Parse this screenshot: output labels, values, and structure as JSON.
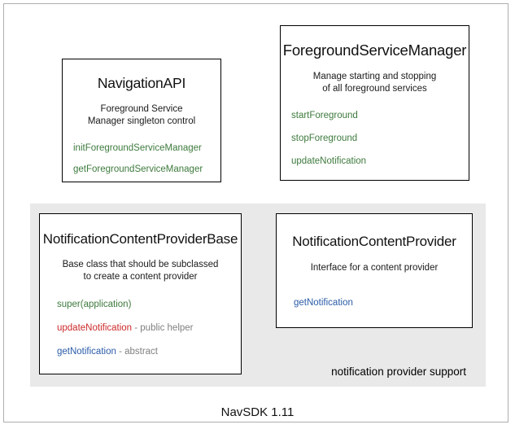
{
  "diagram": {
    "footer_caption": "NavSDK 1.11",
    "colors": {
      "green": "#3d7a3d",
      "red": "#cc2a2a",
      "blue": "#2a5ba8",
      "note_gray": "#808080",
      "group_fill": "#e9e9e9",
      "box_border": "#000000",
      "frame_border": "#aeaeae"
    },
    "group": {
      "label": "notification provider support"
    },
    "boxes": [
      {
        "title": "NavigationAPI",
        "description": "Foreground Service\nManager singleton control",
        "members": [
          {
            "name": "initForegroundServiceManager",
            "note": "",
            "color": "green"
          },
          {
            "name": "getForegroundServiceManager",
            "note": "",
            "color": "green"
          }
        ]
      },
      {
        "title": "ForegroundServiceManager",
        "description": "Manage starting and stopping\nof all foreground services",
        "members": [
          {
            "name": "startForeground",
            "note": "",
            "color": "green"
          },
          {
            "name": "stopForeground",
            "note": "",
            "color": "green"
          },
          {
            "name": "updateNotification",
            "note": "",
            "color": "green"
          }
        ]
      },
      {
        "title": "NotificationContentProviderBase",
        "description": "Base class that should be subclassed\nto create a content provider",
        "members": [
          {
            "name": "super(application)",
            "note": "",
            "color": "green"
          },
          {
            "name": "updateNotification",
            "note": " - public helper",
            "color": "red"
          },
          {
            "name": "getNotification",
            "note": " - abstract",
            "color": "blue"
          }
        ]
      },
      {
        "title": "NotificationContentProvider",
        "description": "Interface for a content provider",
        "members": [
          {
            "name": "getNotification",
            "note": "",
            "color": "blue"
          }
        ]
      }
    ]
  }
}
